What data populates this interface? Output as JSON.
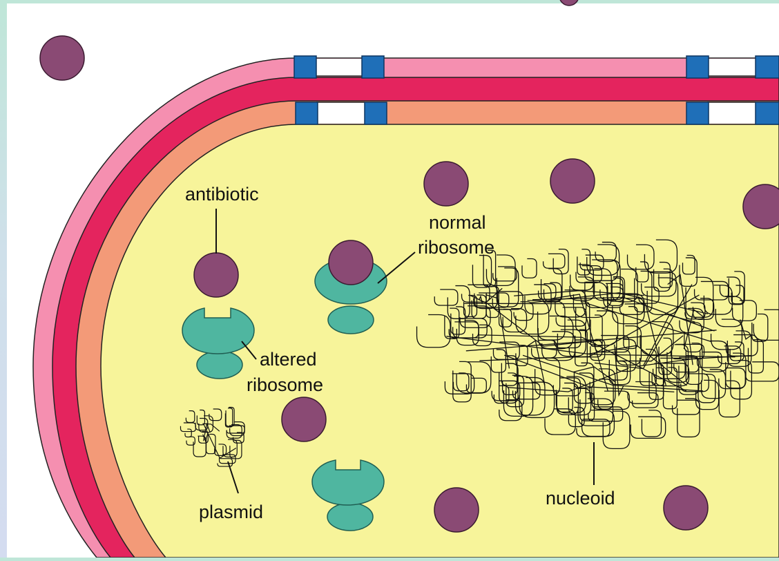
{
  "labels": {
    "antibiotic": "antibiotic",
    "normal_ribosome_1": "normal",
    "normal_ribosome_2": "ribosome",
    "altered_ribosome_1": "altered",
    "altered_ribosome_2": "ribosome",
    "plasmid": "plasmid",
    "nucleoid": "nucleoid"
  },
  "colors": {
    "cytoplasm": "#f7f49a",
    "outer_membrane": "#f58fb0",
    "cell_wall": "#e4245e",
    "inner_membrane": "#f39a78",
    "porin": "#1f6fb8",
    "antibiotic": "#8a4a74",
    "ribosome": "#4fb6a0",
    "dna_line": "#111111",
    "background": "#ffffff"
  }
}
